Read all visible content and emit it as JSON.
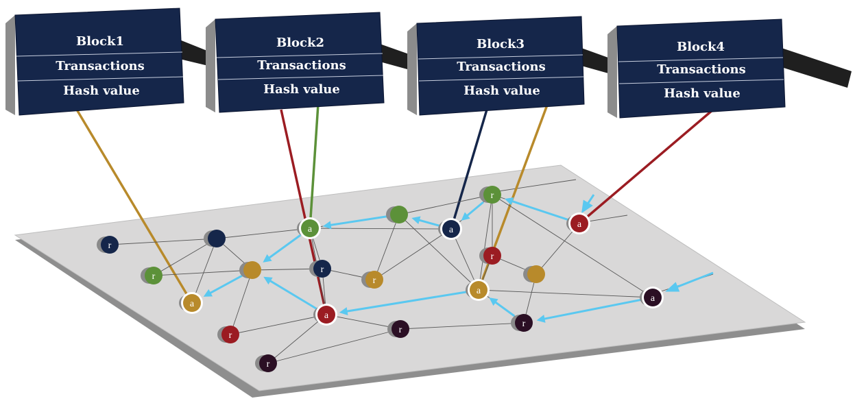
{
  "blocks": [
    {
      "id": "b1",
      "title": "Block1",
      "transactions": "Transactions",
      "hash": "Hash value"
    },
    {
      "id": "b2",
      "title": "Block2",
      "transactions": "Transactions",
      "hash": "Hash value"
    },
    {
      "id": "b3",
      "title": "Block3",
      "transactions": "Transactions",
      "hash": "Hash value"
    },
    {
      "id": "b4",
      "title": "Block4",
      "transactions": "Transactions",
      "hash": "Hash value"
    }
  ],
  "colors": {
    "navy": "#15264a",
    "green": "#5c9139",
    "gold": "#b88a2b",
    "red": "#9b1c22",
    "plum": "#2b0f24",
    "arrow": "#5ac8f0",
    "edge": "#555555",
    "platform": "#d9d8d8"
  },
  "nodes": [
    {
      "id": "n1",
      "letter": "r",
      "color": "navy"
    },
    {
      "id": "n2",
      "letter": "",
      "color": "navy"
    },
    {
      "id": "n3",
      "letter": "r",
      "color": "green"
    },
    {
      "id": "n4",
      "letter": "a",
      "color": "gold",
      "highlight": true
    },
    {
      "id": "n5",
      "letter": "",
      "color": "gold"
    },
    {
      "id": "n6",
      "letter": "a",
      "color": "green",
      "highlight": true
    },
    {
      "id": "n7",
      "letter": "r",
      "color": "navy"
    },
    {
      "id": "n8",
      "letter": "r",
      "color": "red"
    },
    {
      "id": "n9",
      "letter": "a",
      "color": "red",
      "highlight": true
    },
    {
      "id": "n10",
      "letter": "r",
      "color": "plum"
    },
    {
      "id": "n11",
      "letter": "",
      "color": "green"
    },
    {
      "id": "n12",
      "letter": "r",
      "color": "gold"
    },
    {
      "id": "n13",
      "letter": "r",
      "color": "plum"
    },
    {
      "id": "n14",
      "letter": "a",
      "color": "navy",
      "highlight": true
    },
    {
      "id": "n15",
      "letter": "r",
      "color": "green"
    },
    {
      "id": "n16",
      "letter": "r",
      "color": "red"
    },
    {
      "id": "n17",
      "letter": "a",
      "color": "gold",
      "highlight": true
    },
    {
      "id": "n18",
      "letter": "",
      "color": "gold"
    },
    {
      "id": "n19",
      "letter": "r",
      "color": "plum"
    },
    {
      "id": "n20",
      "letter": "a",
      "color": "red",
      "highlight": true
    },
    {
      "id": "n21",
      "letter": "a",
      "color": "plum",
      "highlight": true
    }
  ],
  "edges": [
    [
      "n1",
      "n2"
    ],
    [
      "n2",
      "n3"
    ],
    [
      "n2",
      "n4"
    ],
    [
      "n2",
      "n5"
    ],
    [
      "n2",
      "n6"
    ],
    [
      "n3",
      "n5"
    ],
    [
      "n5",
      "n8"
    ],
    [
      "n5",
      "n7"
    ],
    [
      "n6",
      "n7"
    ],
    [
      "n6",
      "n11"
    ],
    [
      "n6",
      "n14"
    ],
    [
      "n6",
      "n9"
    ],
    [
      "n7",
      "n9"
    ],
    [
      "n7",
      "n12"
    ],
    [
      "n9",
      "n10"
    ],
    [
      "n9",
      "n13"
    ],
    [
      "n9",
      "n8"
    ],
    [
      "n11",
      "n12"
    ],
    [
      "n11",
      "n17"
    ],
    [
      "n11",
      "n15"
    ],
    [
      "n14",
      "n12"
    ],
    [
      "n14",
      "n17"
    ],
    [
      "n15",
      "n16"
    ],
    [
      "n15",
      "n17"
    ],
    [
      "n15",
      "n20"
    ],
    [
      "n15",
      "n21"
    ],
    [
      "n16",
      "n17"
    ],
    [
      "n16",
      "n18"
    ],
    [
      "n17",
      "n19"
    ],
    [
      "n17",
      "n21"
    ],
    [
      "n18",
      "n19"
    ],
    [
      "n18",
      "n20"
    ],
    [
      "n13",
      "n19"
    ],
    [
      "n14",
      "n15"
    ],
    [
      "n10",
      "n13"
    ]
  ],
  "arrows": [
    [
      "n11",
      "n6"
    ],
    [
      "n14",
      "n11"
    ],
    [
      "n15",
      "n14"
    ],
    [
      "n20",
      "n15"
    ],
    [
      "n6",
      "n5"
    ],
    [
      "n5",
      "n4"
    ],
    [
      "n9",
      "n5"
    ],
    [
      "n17",
      "n9"
    ],
    [
      "n19",
      "n17"
    ],
    [
      "n21",
      "n19"
    ]
  ],
  "links": [
    {
      "block": "b1",
      "node": "n4",
      "color": "gold"
    },
    {
      "block": "b2",
      "node": "n9",
      "color": "red"
    },
    {
      "block": "b2",
      "node": "n6",
      "color": "green"
    },
    {
      "block": "b3",
      "node": "n14",
      "color": "navy"
    },
    {
      "block": "b3",
      "node": "n17",
      "color": "gold"
    },
    {
      "block": "b4",
      "node": "n20",
      "color": "red"
    }
  ]
}
